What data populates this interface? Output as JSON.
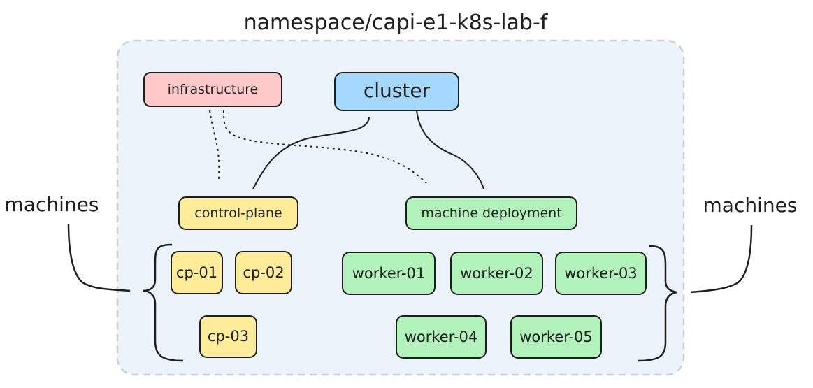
{
  "namespace_title": "namespace/capi-e1-k8s-lab-f",
  "nodes": {
    "infrastructure": "infrastructure",
    "cluster": "cluster",
    "control_plane": "control-plane",
    "machine_deployment": "machine deployment",
    "cp_01": "cp-01",
    "cp_02": "cp-02",
    "cp_03": "cp-03",
    "worker_01": "worker-01",
    "worker_02": "worker-02",
    "worker_03": "worker-03",
    "worker_04": "worker-04",
    "worker_05": "worker-05"
  },
  "side_labels": {
    "left": "machines",
    "right": "machines"
  },
  "colors": {
    "namespace_fill": "#edf3fb",
    "namespace_border": "#c9d0d8",
    "infrastructure": "#ffc9c9",
    "cluster": "#a5d8ff",
    "control_plane": "#ffec99",
    "machine_deployment": "#b2f2bb",
    "stroke": "#1e1e1e"
  }
}
